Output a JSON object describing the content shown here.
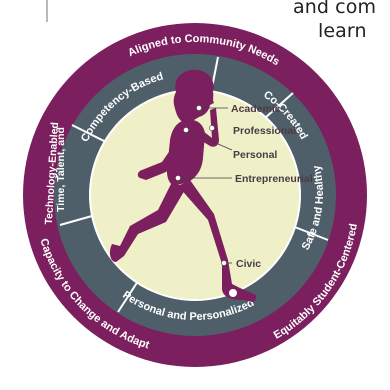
{
  "page_text": {
    "line1": "and com",
    "line2": "learn"
  },
  "outer_ring": {
    "top": "Aligned to Community Needs",
    "left": "Capacity to Change and Adapt",
    "right": "Equitably Student-Centered"
  },
  "middle_ring": {
    "competency": "Competency-Based",
    "cocreated": "Co-Created",
    "time": "Time, Talent, and",
    "technology": "Technology-Enabled",
    "safe": "Safe and Healthy",
    "personal": "Personal and Personalized"
  },
  "inner_labels": {
    "academic": "Academic",
    "professional": "Professional",
    "personal": "Personal",
    "entrepreneurial": "Entrepreneurial",
    "civic": "Civic"
  },
  "colors": {
    "outer_ring": "#7c1f5e",
    "middle_ring": "#4f5f6a",
    "inner_circle": "#eff0c7",
    "figure": "#7c1f5e",
    "divider": "#ffffff"
  },
  "icons": {
    "runner": "running-person-icon"
  }
}
